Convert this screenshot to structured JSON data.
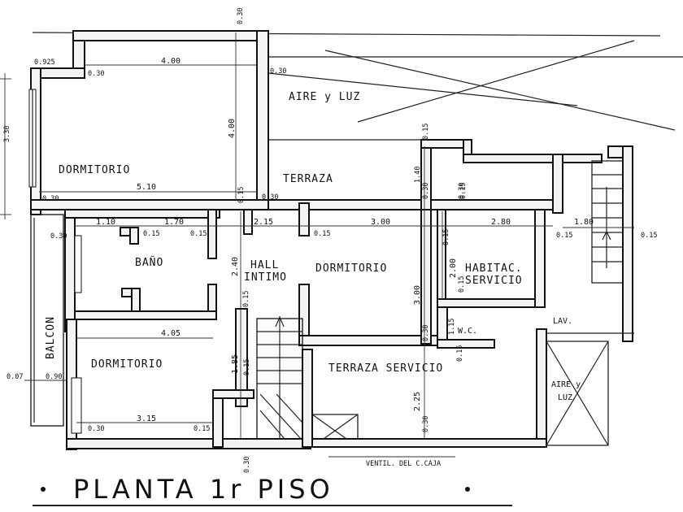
{
  "title": {
    "main": "PLANTA 1r PISO"
  },
  "rooms": {
    "dormitorio_top": "DORMITORIO",
    "aire_luz_top": "AIRE y LUZ",
    "terraza": "TERRAZA",
    "bano": "BAÑO",
    "hall_1": "HALL",
    "hall_2": "INTIMO",
    "dormitorio_mid": "DORMITORIO",
    "habitac_1": "HABITAC.",
    "habitac_2": "SERVICIO",
    "balcon": "BALCON",
    "dormitorio_bottom": "DORMITORIO",
    "terraza_servicio": "TERRAZA SERVICIO",
    "wc": "W.C.",
    "lav": "LAV.",
    "aire_luz_right_1": "AIRE y",
    "aire_luz_right_2": "LUZ",
    "ventil": "VENTIL. DEL C.CAJA"
  },
  "dims": {
    "d030_topcol": "0.30",
    "d0925": "0.925",
    "d030_a": "0.30",
    "d400_h": "4.00",
    "d030_b": "0.30",
    "d400_v": "4.00",
    "d330": "3.30",
    "d510": "5.10",
    "d030_c": "0.30",
    "d015_a": "0.15",
    "d030_d": "0.30",
    "d015_b": "0.15",
    "d140": "1.40",
    "d030_e": "0.30",
    "d030_f": "0.30",
    "d110": "1.10",
    "d170": "1.70",
    "d215": "2.15",
    "d300_h": "3.00",
    "d280": "2.80",
    "d180": "1.80",
    "d030_g": "0.30",
    "d015_c": "0.15",
    "d015_d": "0.15",
    "d015_e": "0.15",
    "d015_f": "0.15",
    "d015_g": "0.15",
    "d015_h": "0.15",
    "d240": "2.40",
    "d200": "2.00",
    "d300_v": "3.00",
    "d015_i": "0.15",
    "d015_j": "0.15",
    "d405": "4.05",
    "d115": "1.15",
    "d030_h": "0.30",
    "d185": "1.85",
    "d015_k": "0.15",
    "d007": "0.07",
    "d090": "0.90",
    "d225": "2.25",
    "d030_i": "0.30",
    "d315": "3.15",
    "d030_j": "0.30",
    "d015_l": "0.15",
    "d030_k": "0.30",
    "d015_m": "0.15",
    "d015_n": "0.15"
  }
}
